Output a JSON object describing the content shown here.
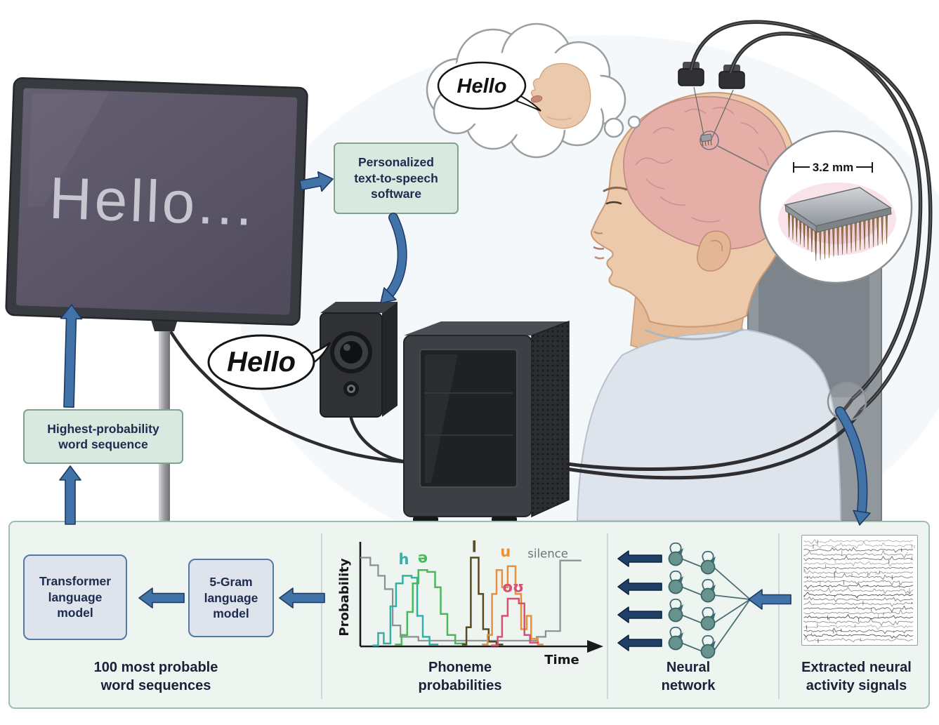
{
  "colors": {
    "arrow_blue": "#4173a8",
    "arrow_blue_dark": "#1c3a63",
    "arrow_navy": "#1e3f66",
    "panel_bg": "#eef5f1",
    "panel_border": "#9dbcb4",
    "green_box_bg": "#d9e9df",
    "green_box_border": "#7fa390",
    "model_box_bg": "#dfe3eb",
    "model_box_border": "#5578a4",
    "text_navy": "#1d2b4f",
    "nn_node": "#67938e"
  },
  "screen": {
    "text": "Hello..."
  },
  "thought_bubble": {
    "text": "Hello"
  },
  "speaker_bubble": {
    "text": "Hello"
  },
  "inset": {
    "measurement": "3.2 mm"
  },
  "boxes": {
    "tts": "Personalized\ntext-to-speech\nsoftware",
    "highest": "Highest-probability\nword sequence",
    "transformer": "Transformer\nlanguage\nmodel",
    "fivegram": "5-Gram\nlanguage\nmodel"
  },
  "captions": {
    "sequences": "100 most probable\nword sequences",
    "phoneme": "Phoneme\nprobabilities",
    "nn": "Neural\nnetwork",
    "signals": "Extracted neural\nactivity signals"
  },
  "chart_data": {
    "type": "line",
    "title": "Phoneme probabilities",
    "xlabel": "Time",
    "ylabel": "Probability",
    "xlim": [
      0,
      10
    ],
    "ylim": [
      0,
      1
    ],
    "grid": false,
    "legend": false,
    "series": [
      {
        "name": "silence",
        "color": "#8a8f94",
        "points": [
          [
            0,
            0.93
          ],
          [
            0.45,
            0.93
          ],
          [
            0.45,
            0.85
          ],
          [
            0.8,
            0.85
          ],
          [
            0.8,
            0.74
          ],
          [
            1.1,
            0.74
          ],
          [
            1.1,
            0.6
          ],
          [
            1.45,
            0.6
          ],
          [
            1.45,
            0.22
          ],
          [
            1.8,
            0.22
          ],
          [
            1.8,
            0.1
          ],
          [
            2.6,
            0.1
          ],
          [
            2.6,
            0.06
          ],
          [
            7.9,
            0.06
          ],
          [
            7.9,
            0.1
          ],
          [
            8.3,
            0.1
          ],
          [
            8.3,
            0.16
          ],
          [
            8.95,
            0.16
          ],
          [
            8.95,
            0.9
          ],
          [
            9.9,
            0.9
          ]
        ]
      },
      {
        "name": "h",
        "color": "#35b0a8",
        "points": [
          [
            0.55,
            0.01
          ],
          [
            0.8,
            0.01
          ],
          [
            0.8,
            0.14
          ],
          [
            1.05,
            0.14
          ],
          [
            1.05,
            0.03
          ],
          [
            1.35,
            0.03
          ],
          [
            1.35,
            0.42
          ],
          [
            1.6,
            0.42
          ],
          [
            1.6,
            0.66
          ],
          [
            1.9,
            0.66
          ],
          [
            1.9,
            0.74
          ],
          [
            2.3,
            0.74
          ],
          [
            2.3,
            0.72
          ],
          [
            2.55,
            0.72
          ],
          [
            2.55,
            0.32
          ],
          [
            2.8,
            0.32
          ],
          [
            2.8,
            0.1
          ],
          [
            3.1,
            0.1
          ],
          [
            3.1,
            0.02
          ],
          [
            3.5,
            0.02
          ]
        ]
      },
      {
        "name": "ə",
        "color": "#4cb85c",
        "points": [
          [
            1.55,
            0.02
          ],
          [
            1.85,
            0.02
          ],
          [
            1.85,
            0.12
          ],
          [
            2.1,
            0.12
          ],
          [
            2.1,
            0.36
          ],
          [
            2.35,
            0.36
          ],
          [
            2.35,
            0.66
          ],
          [
            2.6,
            0.66
          ],
          [
            2.6,
            0.8
          ],
          [
            3.0,
            0.8
          ],
          [
            3.0,
            0.78
          ],
          [
            3.35,
            0.78
          ],
          [
            3.35,
            0.62
          ],
          [
            3.6,
            0.62
          ],
          [
            3.6,
            0.34
          ],
          [
            3.9,
            0.34
          ],
          [
            3.9,
            0.12
          ],
          [
            4.25,
            0.12
          ],
          [
            4.25,
            0.03
          ],
          [
            4.7,
            0.03
          ]
        ]
      },
      {
        "name": "l",
        "color": "#5a4a24",
        "points": [
          [
            4.55,
            0.02
          ],
          [
            4.75,
            0.02
          ],
          [
            4.75,
            0.2
          ],
          [
            4.95,
            0.2
          ],
          [
            4.95,
            0.93
          ],
          [
            5.3,
            0.93
          ],
          [
            5.3,
            0.55
          ],
          [
            5.5,
            0.55
          ],
          [
            5.5,
            0.18
          ],
          [
            5.75,
            0.18
          ],
          [
            5.75,
            0.05
          ],
          [
            6.1,
            0.05
          ],
          [
            6.1,
            0.02
          ],
          [
            6.4,
            0.02
          ]
        ]
      },
      {
        "name": "u",
        "color": "#e8913a",
        "points": [
          [
            5.45,
            0.02
          ],
          [
            5.7,
            0.02
          ],
          [
            5.7,
            0.12
          ],
          [
            5.9,
            0.12
          ],
          [
            5.9,
            0.55
          ],
          [
            6.1,
            0.55
          ],
          [
            6.1,
            0.8
          ],
          [
            6.35,
            0.8
          ],
          [
            6.35,
            0.62
          ],
          [
            6.6,
            0.62
          ],
          [
            6.6,
            0.84
          ],
          [
            6.95,
            0.84
          ],
          [
            6.95,
            0.55
          ],
          [
            7.2,
            0.55
          ],
          [
            7.2,
            0.18
          ],
          [
            7.45,
            0.18
          ],
          [
            7.45,
            0.32
          ],
          [
            7.65,
            0.32
          ],
          [
            7.65,
            0.08
          ],
          [
            7.95,
            0.08
          ],
          [
            7.95,
            0.02
          ],
          [
            8.2,
            0.02
          ]
        ]
      },
      {
        "name": "oʊ",
        "color": "#d94f70",
        "points": [
          [
            5.85,
            0.01
          ],
          [
            6.15,
            0.01
          ],
          [
            6.15,
            0.1
          ],
          [
            6.35,
            0.1
          ],
          [
            6.35,
            0.32
          ],
          [
            6.6,
            0.32
          ],
          [
            6.6,
            0.5
          ],
          [
            7.1,
            0.5
          ],
          [
            7.1,
            0.45
          ],
          [
            7.35,
            0.45
          ],
          [
            7.35,
            0.12
          ],
          [
            7.6,
            0.12
          ],
          [
            7.6,
            0.04
          ],
          [
            8.0,
            0.04
          ]
        ]
      }
    ],
    "labels": [
      {
        "text": "h",
        "x": 1.95,
        "y": 0.86,
        "color": "#35b0a8"
      },
      {
        "text": "ə",
        "x": 2.8,
        "y": 0.88,
        "color": "#4cb85c"
      },
      {
        "text": "l",
        "x": 5.1,
        "y": 0.99,
        "color": "#5a4a24"
      },
      {
        "text": "u",
        "x": 6.5,
        "y": 0.94,
        "color": "#e8913a"
      },
      {
        "text": "oʊ",
        "x": 6.85,
        "y": 0.57,
        "color": "#d94f70"
      },
      {
        "text": "silence",
        "x": 8.4,
        "y": 0.93,
        "color": "#70757a",
        "size": 16.5,
        "weight": "normal"
      }
    ]
  }
}
